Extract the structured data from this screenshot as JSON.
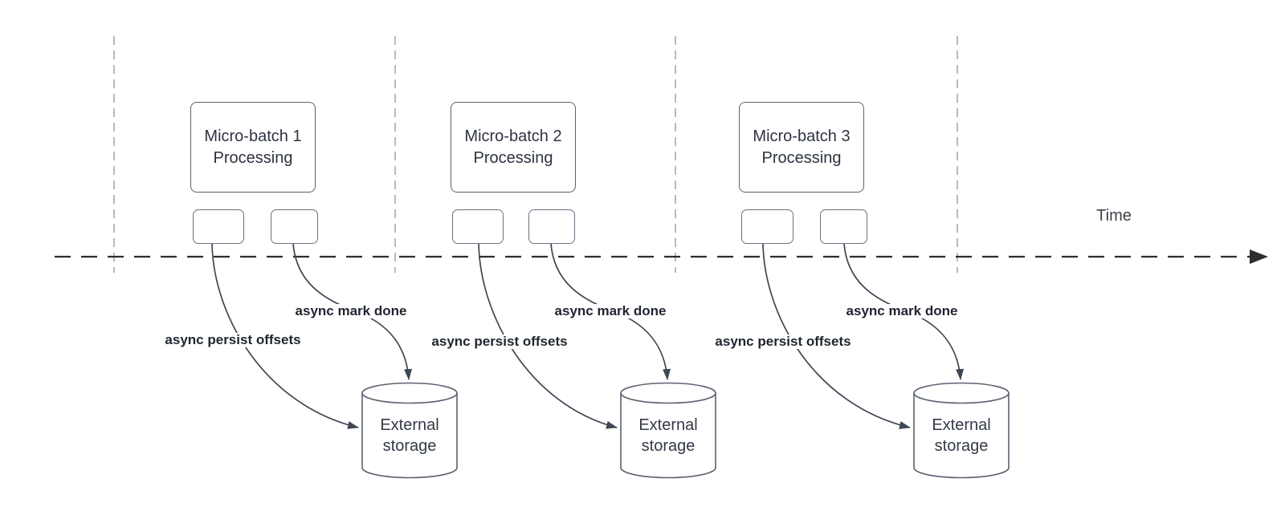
{
  "timeline": {
    "label": "Time"
  },
  "groups": [
    {
      "title": "Micro-batch 1\nProcessing",
      "persist_label": "async persist offsets",
      "done_label": "async mark done",
      "storage_label": "External\nstorage"
    },
    {
      "title": "Micro-batch 2\nProcessing",
      "persist_label": "async persist offsets",
      "done_label": "async mark done",
      "storage_label": "External\nstorage"
    },
    {
      "title": "Micro-batch 3\nProcessing",
      "persist_label": "async persist offsets",
      "done_label": "async mark done",
      "storage_label": "External\nstorage"
    }
  ],
  "colors": {
    "background": "#ffffff",
    "shape_stroke": "#5a6270",
    "arrow": "#3f4754",
    "heading_text": "#2d3340",
    "label_text": "#1f2530",
    "guide_line": "#b6babe",
    "time_axis": "#2d2d2d"
  }
}
